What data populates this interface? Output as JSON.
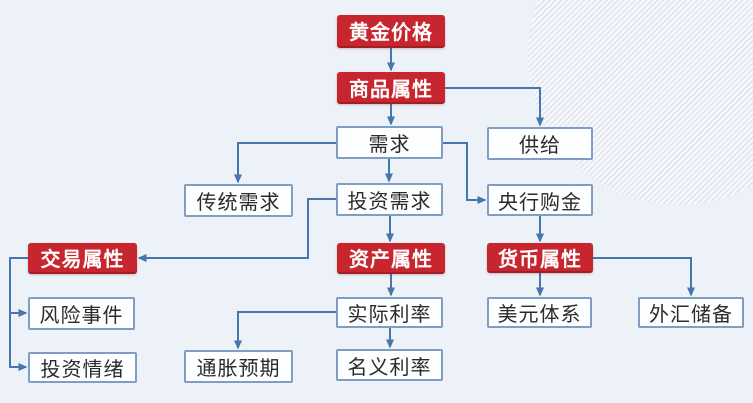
{
  "app": {
    "background_color": "#EDF1F8",
    "decoration": "striped-circle-top-right"
  },
  "palette": {
    "red_node_bg": "#C8262E",
    "red_node_text": "#FFFFFF",
    "white_node_bg": "#FDFEFF",
    "white_node_border": "#7F9EC3",
    "white_node_text": "#2B2B2B",
    "connector": "#4577AC"
  },
  "diagram": {
    "type": "flowchart",
    "topic": "黄金价格",
    "nodes": {
      "gold_price": {
        "label": "黄金价格",
        "style": "red"
      },
      "commodity_attribute": {
        "label": "商品属性",
        "style": "red"
      },
      "demand": {
        "label": "需求",
        "style": "white"
      },
      "supply": {
        "label": "供给",
        "style": "white"
      },
      "traditional_demand": {
        "label": "传统需求",
        "style": "white"
      },
      "investment_demand": {
        "label": "投资需求",
        "style": "white"
      },
      "central_bank_purchase": {
        "label": "央行购金",
        "style": "white"
      },
      "trading_attribute": {
        "label": "交易属性",
        "style": "red"
      },
      "asset_attribute": {
        "label": "资产属性",
        "style": "red"
      },
      "monetary_attribute": {
        "label": "货币属性",
        "style": "red"
      },
      "risk_events": {
        "label": "风险事件",
        "style": "white"
      },
      "investor_sentiment": {
        "label": "投资情绪",
        "style": "white"
      },
      "inflation_expectation": {
        "label": "通胀预期",
        "style": "white"
      },
      "real_interest_rate": {
        "label": "实际利率",
        "style": "white"
      },
      "nominal_interest_rate": {
        "label": "名义利率",
        "style": "white"
      },
      "dollar_system": {
        "label": "美元体系",
        "style": "white"
      },
      "fx_reserves": {
        "label": "外汇储备",
        "style": "white"
      }
    },
    "edges": [
      {
        "from": "gold_price",
        "to": "commodity_attribute"
      },
      {
        "from": "commodity_attribute",
        "to": "demand"
      },
      {
        "from": "commodity_attribute",
        "to": "supply"
      },
      {
        "from": "demand",
        "to": "traditional_demand"
      },
      {
        "from": "demand",
        "to": "investment_demand"
      },
      {
        "from": "demand",
        "to": "central_bank_purchase"
      },
      {
        "from": "investment_demand",
        "to": "asset_attribute"
      },
      {
        "from": "investment_demand",
        "to": "trading_attribute"
      },
      {
        "from": "trading_attribute",
        "to": "risk_events"
      },
      {
        "from": "trading_attribute",
        "to": "investor_sentiment"
      },
      {
        "from": "asset_attribute",
        "to": "real_interest_rate"
      },
      {
        "from": "real_interest_rate",
        "to": "nominal_interest_rate"
      },
      {
        "from": "real_interest_rate",
        "to": "inflation_expectation"
      },
      {
        "from": "central_bank_purchase",
        "to": "monetary_attribute"
      },
      {
        "from": "monetary_attribute",
        "to": "dollar_system"
      },
      {
        "from": "monetary_attribute",
        "to": "fx_reserves"
      }
    ]
  }
}
